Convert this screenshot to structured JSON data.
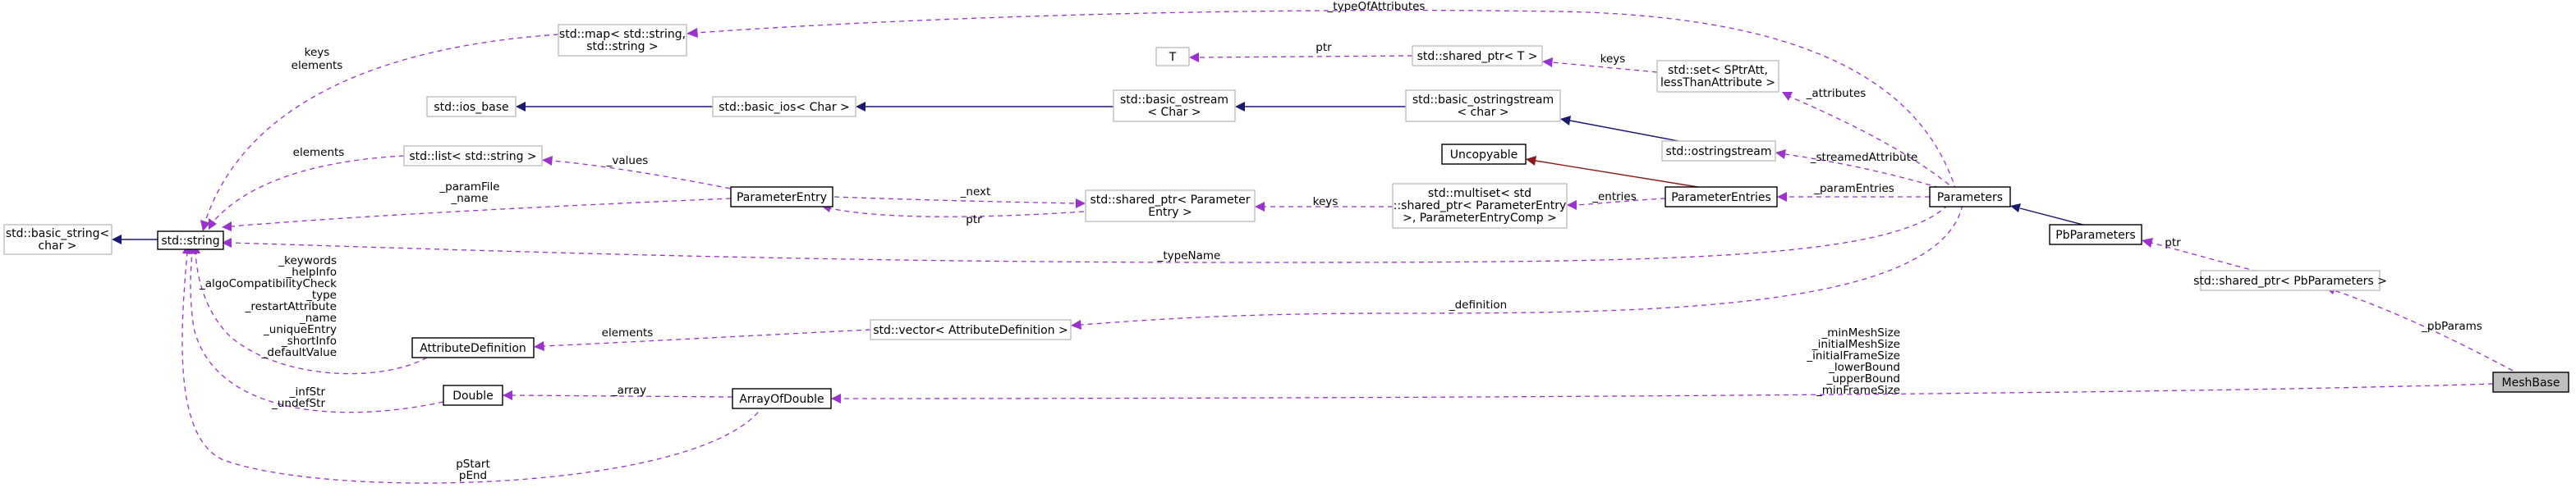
{
  "nodes": {
    "mesh_base": "MeshBase",
    "pb_parameters": "PbParameters",
    "parameters": "Parameters",
    "parameter_entries": "ParameterEntries",
    "parameter_entry": "ParameterEntry",
    "uncopyable": "Uncopyable",
    "attribute_definition": "AttributeDefinition",
    "double": "Double",
    "array_of_double": "ArrayOfDouble",
    "std_string": "std::string",
    "std_basic_string": [
      "std::basic_string<",
      "char >"
    ],
    "std_map": [
      "std::map< std::string,",
      "std::string >"
    ],
    "t": "T",
    "shared_ptr_t": "std::shared_ptr< T >",
    "set_sptratt": [
      "std::set< SPtrAtt,",
      "lessThanAttribute >"
    ],
    "ios_base": "std::ios_base",
    "basic_ios": "std::basic_ios< Char >",
    "basic_ostream": [
      "std::basic_ostream",
      "< Char >"
    ],
    "basic_ostringstream": [
      "std::basic_ostringstream",
      "< char >"
    ],
    "ostringstream": "std::ostringstream",
    "list_string": "std::list< std::string >",
    "shared_ptr_param_entry": [
      "std::shared_ptr< Parameter",
      "Entry >"
    ],
    "multiset": [
      "std::multiset< std",
      "::shared_ptr< ParameterEntry",
      ">, ParameterEntryComp >"
    ],
    "vector_attr_def": "std::vector< AttributeDefinition >",
    "shared_ptr_pb": "std::shared_ptr< PbParameters >"
  },
  "edge_labels": {
    "type_of_attributes": "_typeOfAttributes",
    "map_keys_elements": [
      "keys",
      "elements"
    ],
    "ptr_t": "ptr",
    "keys_set": "keys",
    "attributes": "_attributes",
    "streamed_attribute": "_streamedAttribute",
    "list_elements": "elements",
    "values": "_values",
    "param_file_name": [
      "_paramFile",
      "_name"
    ],
    "next": "_next",
    "ptr_entry": "ptr",
    "keys_multiset": "keys",
    "entries": "_entries",
    "param_entries": "_paramEntries",
    "type_name": "_typeName",
    "definition": "_definition",
    "attrdef_fields": [
      "_keywords",
      "_helpInfo",
      "_algoCompatibilityCheck",
      "_type",
      "_restartAttribute",
      "_name",
      "_uniqueEntry",
      "_shortInfo",
      "_defaultValue"
    ],
    "vector_elements": "elements",
    "double_fields": [
      "_infStr",
      "_undefStr"
    ],
    "array": "_array",
    "array_fields": [
      "pStart",
      "pEnd"
    ],
    "ptr_pb": "ptr",
    "pb_params": "_pbParams",
    "mesh_fields": [
      "_minMeshSize",
      "_initialMeshSize",
      "_initialFrameSize",
      "_lowerBound",
      "_upperBound",
      "_minFrameSize"
    ]
  }
}
